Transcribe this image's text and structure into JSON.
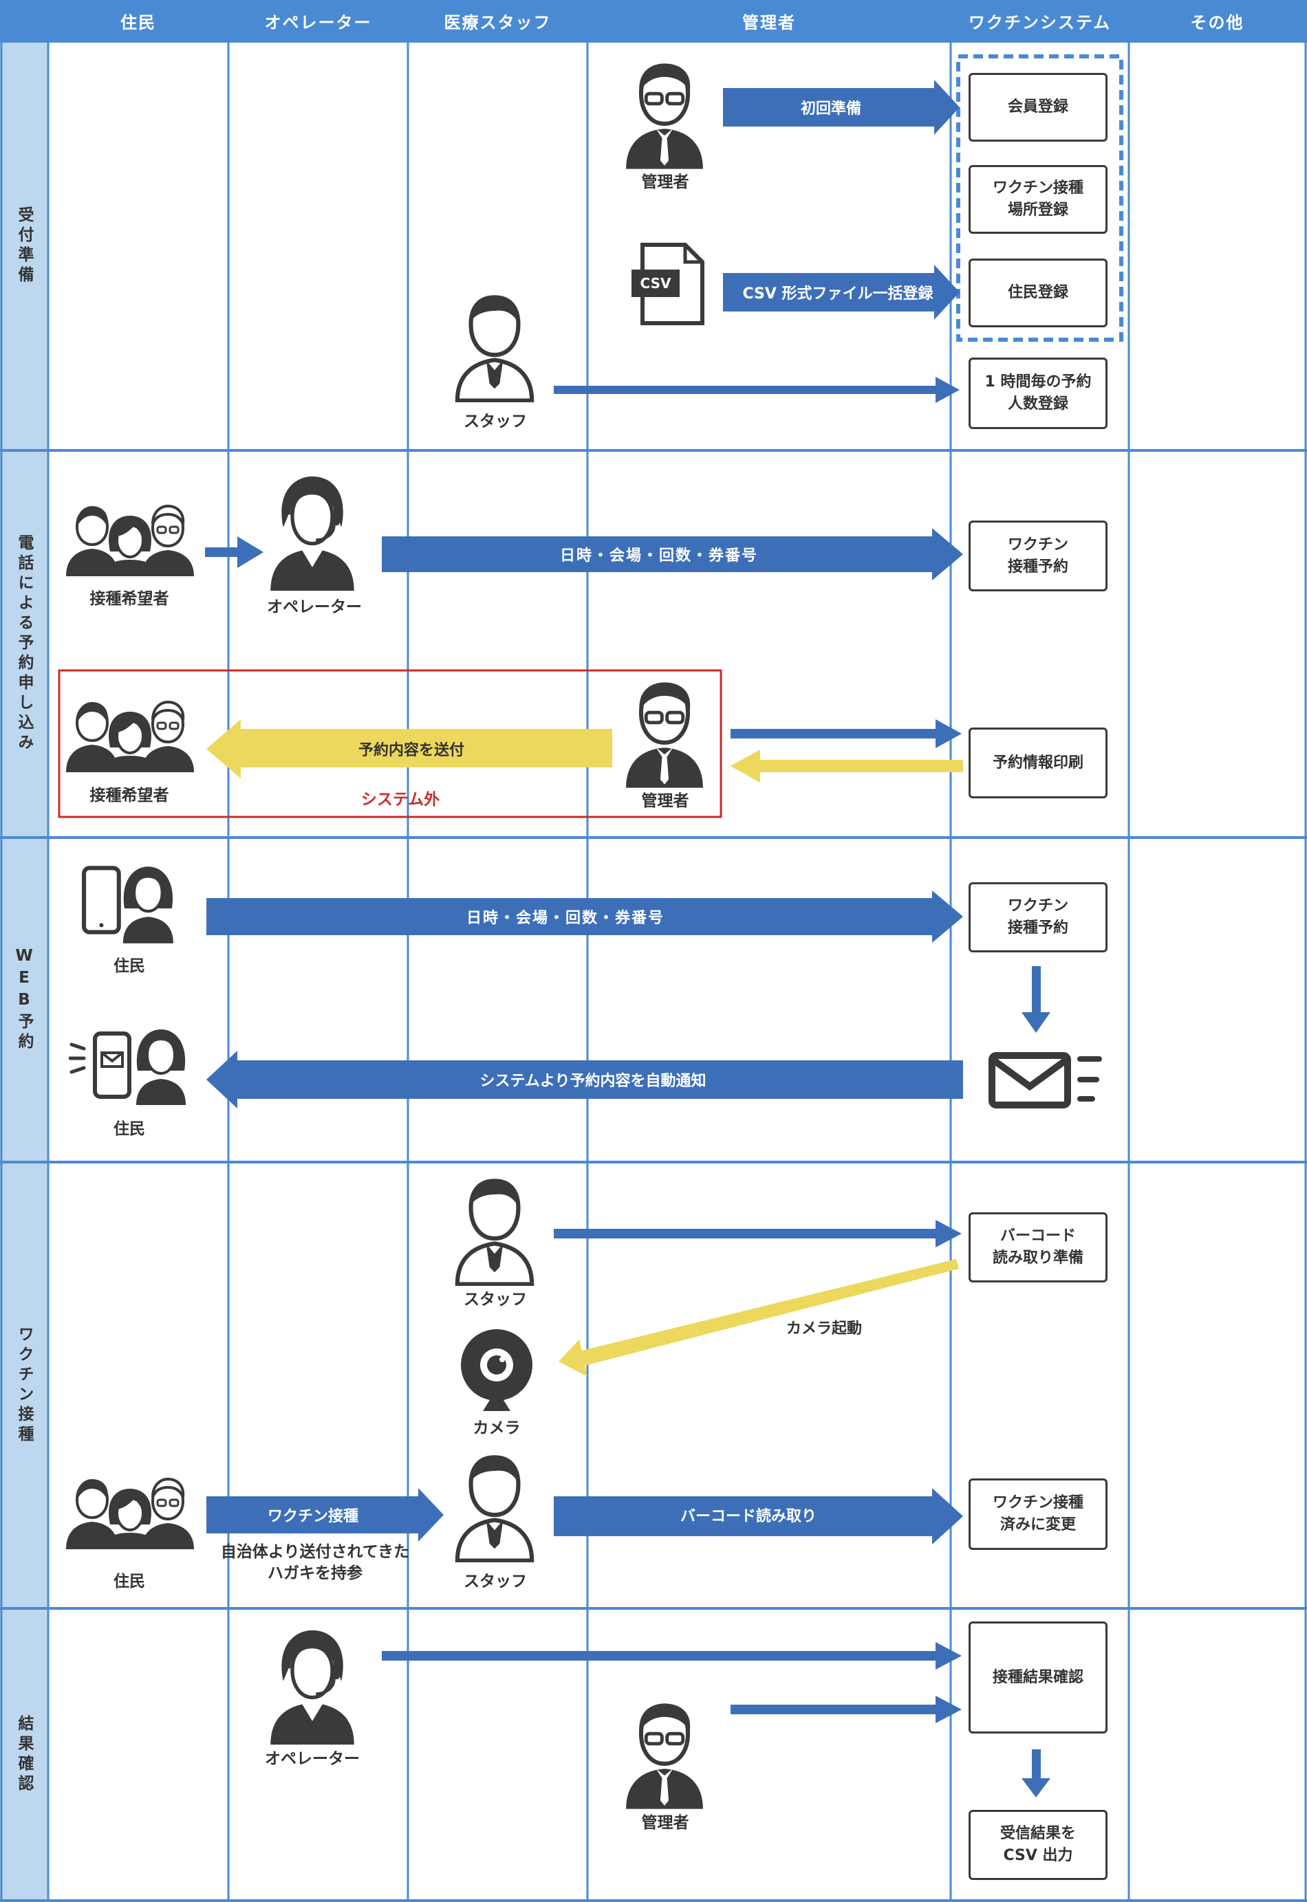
{
  "columns": [
    "住民",
    "オペレーター",
    "医療スタッフ",
    "管理者",
    "ワクチンシステム",
    "その他"
  ],
  "rows": [
    "受付準備",
    "電話による予約申し込み",
    "WEB予約",
    "ワクチン接種",
    "結果確認"
  ],
  "colors": {
    "header_blue": "#4a8ad4",
    "row_head": "#bdd7ee",
    "grid": "#4a8ad4",
    "arrow_blue": "#3d6fb9",
    "arrow_yellow": "#ecd85c",
    "icon": "#3a3a3a",
    "red": "#cc2b2b"
  },
  "section1": {
    "admin": "管理者",
    "arrow_initial": "初回準備",
    "csv_icon": "CSV",
    "arrow_csv": "CSV 形式ファイル一括登録",
    "staff": "スタッフ",
    "box_member": "会員登録",
    "box_place_1": "ワクチン接種",
    "box_place_2": "場所登録",
    "box_resident": "住民登録",
    "box_hourly_1": "1 時間毎の予約",
    "box_hourly_2": "人数登録"
  },
  "section2": {
    "applicant": "接種希望者",
    "operator": "オペレーター",
    "arrow_datetime": "日時・会場・回数・券番号",
    "box_reserve_1": "ワクチン",
    "box_reserve_2": "接種予約",
    "arrow_send": "予約内容を送付",
    "applicant2": "接種希望者",
    "outside": "システム外",
    "admin": "管理者",
    "box_print": "予約情報印刷"
  },
  "section3": {
    "resident": "住民",
    "arrow_datetime": "日時・会場・回数・券番号",
    "box_reserve_1": "ワクチン",
    "box_reserve_2": "接種予約",
    "arrow_notify": "システムより予約内容を自動通知",
    "resident2": "住民"
  },
  "section4": {
    "staff": "スタッフ",
    "box_barcode_1": "バーコード",
    "box_barcode_2": "読み取り準備",
    "camera_start": "カメラ起動",
    "camera": "カメラ",
    "resident": "住民",
    "arrow_vaccine": "ワクチン接種",
    "note_1": "自治体より送付されてきた",
    "note_2": "ハガキを持参",
    "staff2": "スタッフ",
    "arrow_barcode": "バーコード読み取り",
    "box_done_1": "ワクチン接種",
    "box_done_2": "済みに変更"
  },
  "section5": {
    "operator": "オペレーター",
    "admin": "管理者",
    "box_confirm": "接種結果確認",
    "box_csv_1": "受信結果を",
    "box_csv_2": "CSV 出力"
  }
}
